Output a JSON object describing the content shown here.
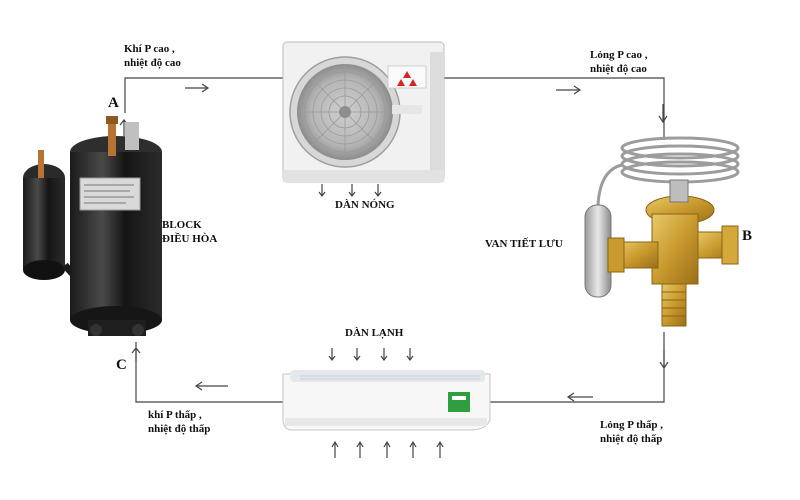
{
  "labels": {
    "gas_high_line1": "Khí P cao ,",
    "gas_high_line2": "nhiệt độ cao",
    "liquid_high_line1": "Lỏng P cao ,",
    "liquid_high_line2": "nhiệt độ cao",
    "liquid_low_line1": "Lỏng P thấp ,",
    "liquid_low_line2": "nhiệt độ thấp",
    "gas_low_line1": "khí P thấp ,",
    "gas_low_line2": "nhiệt độ thấp",
    "condenser": "DÀN NÓNG",
    "evaporator": "DÀN LẠNH",
    "compressor_line1": "BLOCK",
    "compressor_line2": "ĐIỀU HÒA",
    "expansion_valve": "VAN TIẾT LƯU",
    "point_a": "A",
    "point_b": "B",
    "point_c": "C"
  }
}
